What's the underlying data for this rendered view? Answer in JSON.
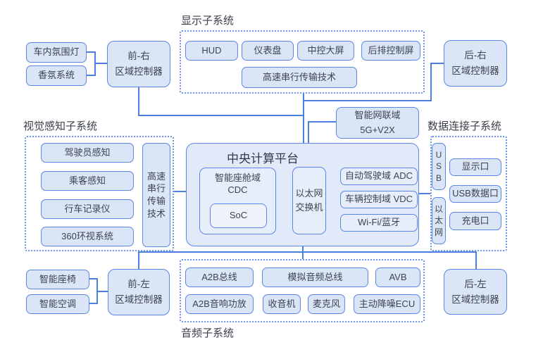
{
  "display_subsystem": {
    "title": "显示子系统",
    "items": [
      "HUD",
      "仪表盘",
      "中控大屏",
      "后排控制屏"
    ],
    "tech": "高速串行传输技术"
  },
  "vision_subsystem": {
    "title": "视觉感知子系统",
    "items": [
      "驾驶员感知",
      "乘客感知",
      "行车记录仪",
      "360环视系统"
    ],
    "tech_lines": [
      "高速",
      "串行",
      "传输",
      "技术"
    ]
  },
  "data_subsystem": {
    "title": "数据连接子系统",
    "usb_chars": [
      "U",
      "S",
      "B"
    ],
    "ethernet_chars": [
      "以",
      "太",
      "网"
    ],
    "ports": [
      "显示口",
      "USB数据口",
      "充电口"
    ]
  },
  "audio_subsystem": {
    "title": "音频子系统",
    "row1": [
      "A2B总线",
      "模拟音频总线",
      "AVB"
    ],
    "row2": [
      "A2B音响功放",
      "收音机",
      "麦克风",
      "主动降噪ECU"
    ]
  },
  "central_platform": {
    "title": "中央计算平台",
    "cockpit": {
      "line1": "智能座舱域",
      "line2": "CDC",
      "soc": "SoC"
    },
    "switch": {
      "line1": "以太网",
      "line2": "交换机"
    },
    "domains": [
      "自动驾驶域 ADC",
      "车辆控制域 VDC",
      "Wi-Fi/蓝牙"
    ]
  },
  "connectivity": {
    "line1": "智能网联域",
    "line2": "5G+V2X"
  },
  "controllers": {
    "front_right": {
      "line1": "前-右",
      "line2": "区域控制器"
    },
    "rear_right": {
      "line1": "后-右",
      "line2": "区域控制器"
    },
    "front_left": {
      "line1": "前-左",
      "line2": "区域控制器"
    },
    "rear_left": {
      "line1": "后-左",
      "line2": "区域控制器"
    }
  },
  "peripherals": {
    "ambient_light": "车内氛围灯",
    "fragrance": "香氛系统",
    "smart_seat": "智能座椅",
    "smart_ac": "智能空调"
  },
  "colors": {
    "border": "#5b86e5",
    "line": "#4d7fe0",
    "box_fill": "#dae5f7",
    "platform_fill": "#e2eaf9",
    "text": "#3d4450"
  }
}
